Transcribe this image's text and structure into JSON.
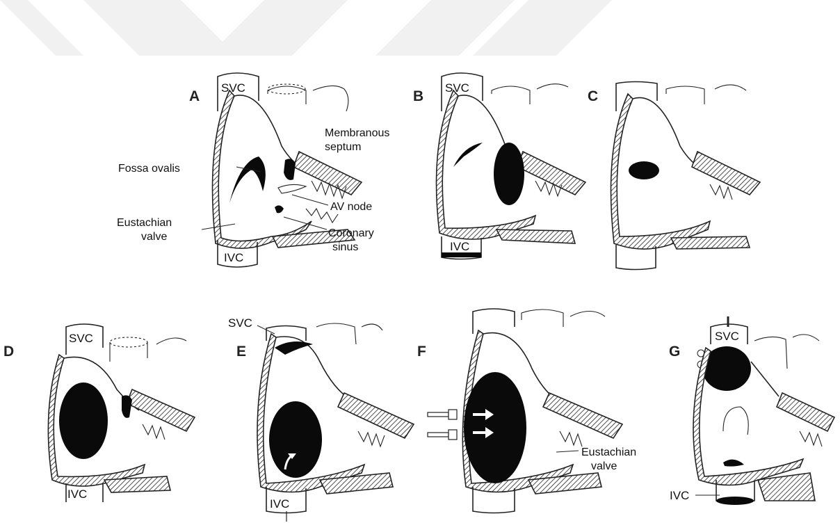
{
  "panels": [
    {
      "id": "A",
      "label": "A",
      "svc_label": "SVC",
      "ivc_label": "IVC",
      "annotations": {
        "membranous_septum": "Membranous\nseptum",
        "fossa_ovalis": "Fossa ovalis",
        "av_node": "AV node",
        "eustachian_valve": "Eustachian\nvalve",
        "coronary_sinus": "Coronary\nsinus"
      }
    },
    {
      "id": "B",
      "label": "B",
      "svc_label": "SVC",
      "ivc_label": "IVC"
    },
    {
      "id": "C",
      "label": "C"
    },
    {
      "id": "D",
      "label": "D",
      "svc_label": "SVC",
      "ivc_label": "IVC"
    },
    {
      "id": "E",
      "label": "E",
      "svc_label": "SVC",
      "ivc_label": "IVC"
    },
    {
      "id": "F",
      "label": "F",
      "annotations": {
        "eustachian_valve": "Eustachian\nvalve"
      }
    },
    {
      "id": "G",
      "label": "G",
      "svc_label": "SVC",
      "ivc_label": "IVC"
    }
  ]
}
